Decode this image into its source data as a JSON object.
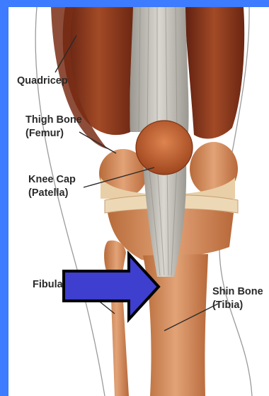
{
  "labels": {
    "quadricep": "Quadricep",
    "thigh_bone": "Thigh Bone\n(Femur)",
    "knee_cap": "Knee Cap\n(Patella)",
    "fibula": "Fibula",
    "shin_bone": "Shin Bone\n(Tibia)"
  },
  "colors": {
    "background": "#3d7bff",
    "arrow": "#3e3ecf",
    "muscle": "#8a3a1c",
    "bone": "#d9a878",
    "tendon": "#b8b6ad"
  },
  "arrow": {
    "direction": "right"
  }
}
